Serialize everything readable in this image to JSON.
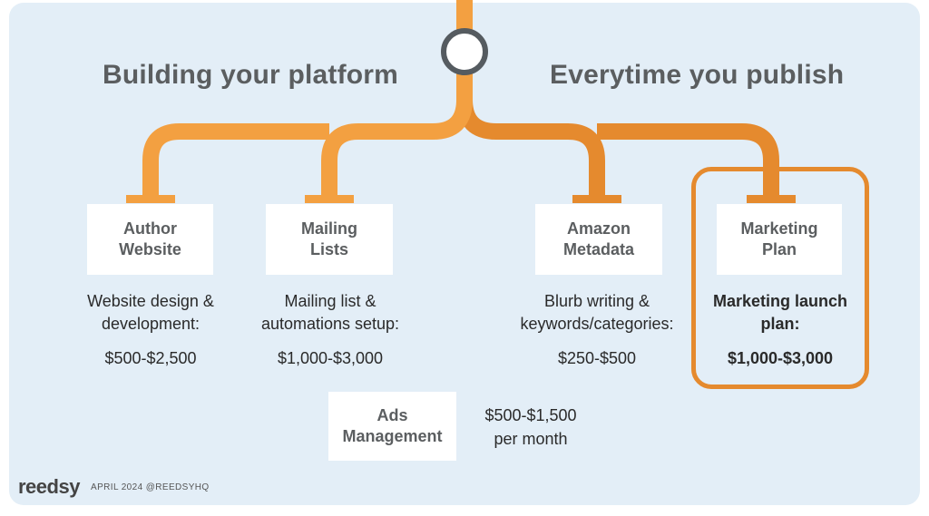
{
  "headings": {
    "left": "Building your platform",
    "right": "Everytime you publish"
  },
  "colors": {
    "left_branch": "#f3a041",
    "right_branch": "#e58a2e",
    "background": "#e3eef7",
    "highlight": "#e58a2e"
  },
  "services": [
    {
      "line1": "Author",
      "line2": "Website",
      "desc1": "Website design &",
      "desc2": "development:",
      "price": "$500-$2,500"
    },
    {
      "line1": "Mailing",
      "line2": "Lists",
      "desc1": "Mailing list &",
      "desc2": "automations setup:",
      "price": "$1,000-$3,000"
    },
    {
      "line1": "Amazon",
      "line2": "Metadata",
      "desc1": "Blurb writing &",
      "desc2": "keywords/categories:",
      "price": "$250-$500"
    },
    {
      "line1": "Marketing",
      "line2": "Plan",
      "desc1": "Marketing launch",
      "desc2": "plan:",
      "price": "$1,000-$3,000"
    }
  ],
  "ads": {
    "line1": "Ads",
    "line2": "Management",
    "price1": "$500-$1,500",
    "price2": "per month"
  },
  "footer": {
    "logo": "reedsy",
    "note": "APRIL 2024 @REEDSYHQ"
  }
}
